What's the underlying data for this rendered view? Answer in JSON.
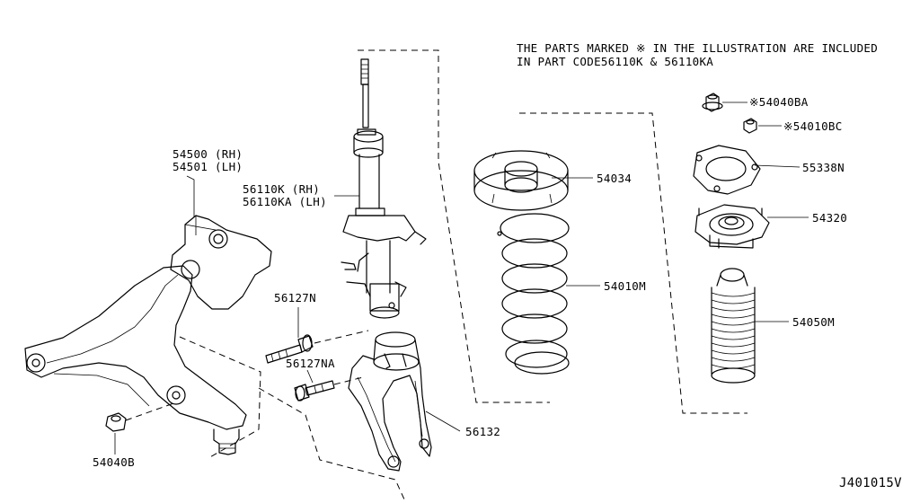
{
  "note": {
    "line1": "THE PARTS MARKED ※ IN THE ILLUSTRATION ARE INCLUDED",
    "line2": "IN PART CODE56110K & 56110KA"
  },
  "diagram_id": "J401015V",
  "parts": {
    "lower_arm": {
      "rh": "54500 (RH)",
      "lh": "54501 (LH)"
    },
    "strut": {
      "rh": "56110K (RH)",
      "lh": "56110KA (LH)"
    },
    "bolt_n": "56127N",
    "bolt_na": "56127NA",
    "nut_b": "54040B",
    "fork": "56132",
    "seat": "54034",
    "spring": "54010M",
    "nut_ba": "※54040BA",
    "nut_bc": "※54010BC",
    "plate": "55338N",
    "mount": "54320",
    "bound_bumper": "54050M"
  }
}
